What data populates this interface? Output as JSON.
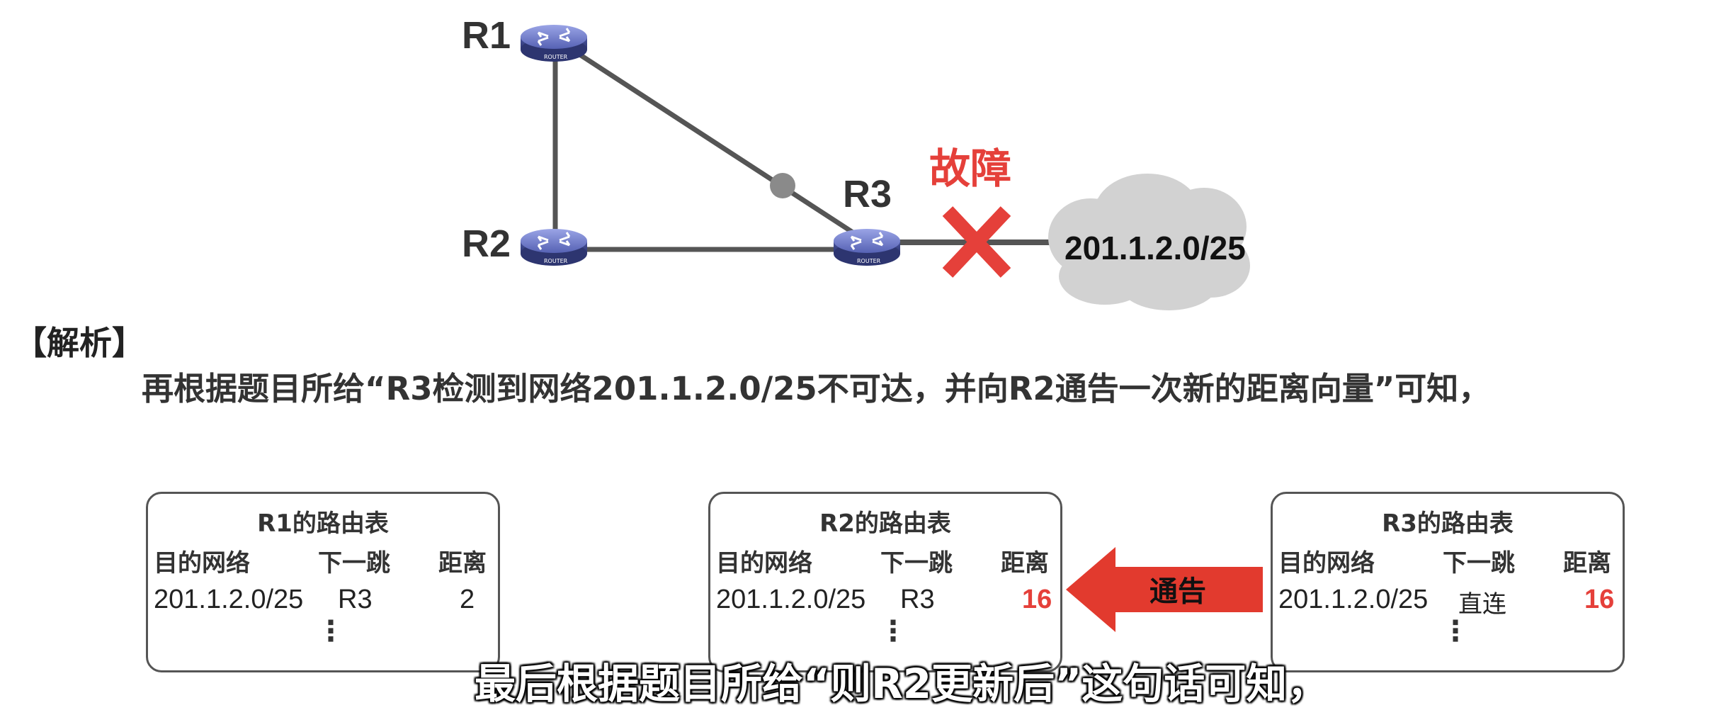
{
  "topology": {
    "routers": [
      {
        "label": "R1",
        "icon": "router-icon"
      },
      {
        "label": "R2",
        "icon": "router-icon"
      },
      {
        "label": "R3",
        "icon": "router-icon"
      }
    ],
    "router_icon_text": "ROUTER",
    "fault_label": "故障",
    "network_label": "201.1.2.0/25",
    "colors": {
      "fault": "#e5403a",
      "router": "#5a66b8",
      "link": "#555555",
      "cloud": "#d4d4d4"
    }
  },
  "analysis": {
    "heading": "【解析】",
    "text": "再根据题目所给“R3检测到网络201.1.2.0/25不可达，并向R2通告一次新的距离向量”可知，"
  },
  "tables": [
    {
      "title": "R1的路由表",
      "headers": [
        "目的网络",
        "下一跳",
        "距离"
      ],
      "row": {
        "network": "201.1.2.0/25",
        "next_hop": "R3",
        "distance": "2"
      },
      "ellipsis": "⋮"
    },
    {
      "title": "R2的路由表",
      "headers": [
        "目的网络",
        "下一跳",
        "距离"
      ],
      "row": {
        "network": "201.1.2.0/25",
        "next_hop": "R3",
        "distance": "16"
      },
      "ellipsis": "⋮"
    },
    {
      "title": "R3的路由表",
      "headers": [
        "目的网络",
        "下一跳",
        "距离"
      ],
      "row": {
        "network": "201.1.2.0/25",
        "next_hop": "直连",
        "distance": "16"
      },
      "ellipsis": "⋮"
    }
  ],
  "arrow_label": "通告",
  "subtitle": "最后根据题目所给“则R2更新后”这句话可知，"
}
